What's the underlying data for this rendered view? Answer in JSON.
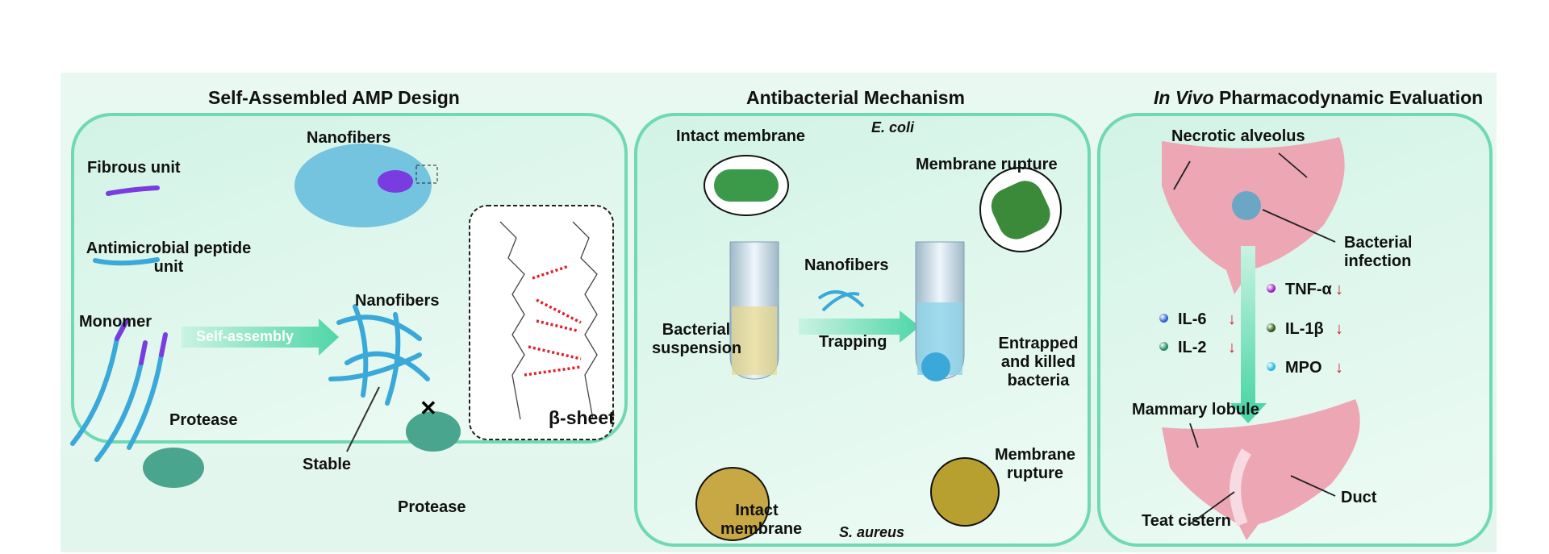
{
  "panels": [
    {
      "title": "Self-Assembled AMP Design",
      "labels": {
        "nanofibers_top": "Nanofibers",
        "fibrous_unit": "Fibrous unit",
        "amp_unit": "Antimicrobial peptide unit",
        "monomer": "Monomer",
        "self_assembly": "Self-assembly",
        "nanofibers_mid": "Nanofibers",
        "protease_left": "Protease",
        "stable": "Stable",
        "protease_bottom": "Protease",
        "beta_sheet": "β-sheet"
      }
    },
    {
      "title": "Antibacterial Mechanism",
      "labels": {
        "intact_membrane_top": "Intact membrane",
        "e_coli": "E. coli",
        "membrane_rupture_top": "Membrane rupture",
        "nanofibers": "Nanofibers",
        "bacterial_suspension": "Bacterial suspension",
        "trapping": "Trapping",
        "entrapped": "Entrapped and killed bacteria",
        "membrane_rupture_bottom": "Membrane rupture",
        "intact_membrane_bottom": "Intact membrane",
        "s_aureus": "S. aureus"
      }
    },
    {
      "title_italic": "In Vivo",
      "title": "Pharmacodynamic Evaluation",
      "labels": {
        "necrotic_alveolus": "Necrotic alveolus",
        "bacterial_infection": "Bacterial infection",
        "mammary_lobule": "Mammary lobule",
        "duct": "Duct",
        "teat_cistern": "Teat cistern"
      },
      "markers": [
        {
          "name": "IL-6",
          "color": "#2a5fd0",
          "trend": "down"
        },
        {
          "name": "IL-2",
          "color": "#1f8a5e",
          "trend": "down"
        },
        {
          "name": "TNF-α",
          "color": "#a020c0",
          "trend": "down"
        },
        {
          "name": "IL-1β",
          "color": "#2f5a12",
          "trend": "down"
        },
        {
          "name": "MPO",
          "color": "#29b6e8",
          "trend": "down"
        }
      ]
    }
  ]
}
